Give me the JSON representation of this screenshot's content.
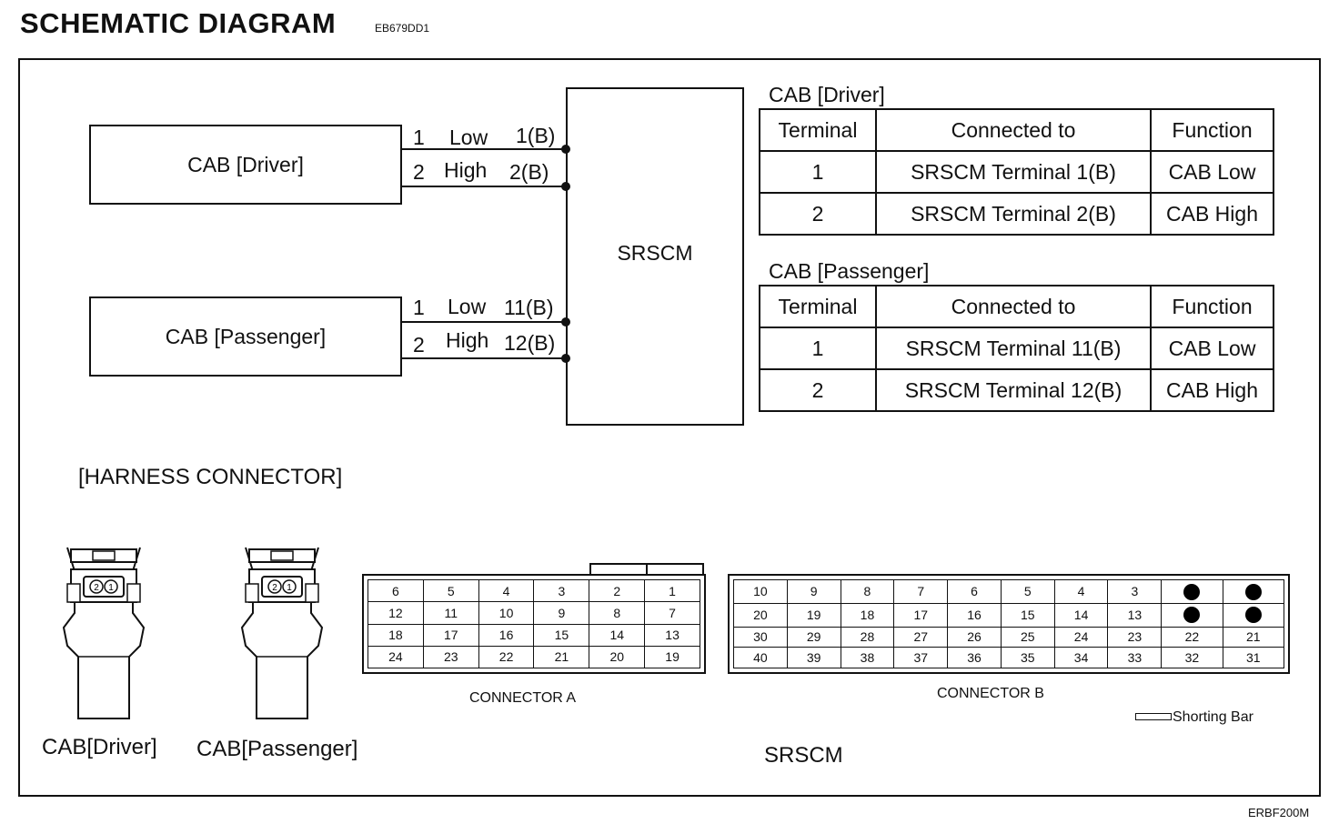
{
  "header": {
    "title": "SCHEMATIC DIAGRAM",
    "code": "EB679DD1"
  },
  "schematic": {
    "driver_box": "CAB [Driver]",
    "passenger_box": "CAB [Passenger]",
    "srscm_box": "SRSCM",
    "driver_wires": [
      {
        "pin": "1",
        "name": "Low",
        "term": "1(B)"
      },
      {
        "pin": "2",
        "name": "High",
        "term": "2(B)"
      }
    ],
    "passenger_wires": [
      {
        "pin": "1",
        "name": "Low",
        "term": "11(B)"
      },
      {
        "pin": "2",
        "name": "High",
        "term": "12(B)"
      }
    ]
  },
  "tables": [
    {
      "title": "CAB [Driver]",
      "headers": [
        "Terminal",
        "Connected to",
        "Function"
      ],
      "rows": [
        [
          "1",
          "SRSCM Terminal 1(B)",
          "CAB Low"
        ],
        [
          "2",
          "SRSCM Terminal 2(B)",
          "CAB High"
        ]
      ]
    },
    {
      "title": "CAB [Passenger]",
      "headers": [
        "Terminal",
        "Connected to",
        "Function"
      ],
      "rows": [
        [
          "1",
          "SRSCM Terminal 11(B)",
          "CAB Low"
        ],
        [
          "2",
          "SRSCM Terminal 12(B)",
          "CAB High"
        ]
      ]
    }
  ],
  "harness": {
    "title": "[HARNESS CONNECTOR]",
    "driver_caption": "CAB[Driver]",
    "passenger_caption": "CAB[Passenger]",
    "pin_labels": [
      "2",
      "1"
    ],
    "connector_a": {
      "caption": "CONNECTOR A",
      "rows": [
        [
          "6",
          "5",
          "4",
          "3",
          "2",
          "1"
        ],
        [
          "12",
          "11",
          "10",
          "9",
          "8",
          "7"
        ],
        [
          "18",
          "17",
          "16",
          "15",
          "14",
          "13"
        ],
        [
          "24",
          "23",
          "22",
          "21",
          "20",
          "19"
        ]
      ]
    },
    "connector_b": {
      "caption": "CONNECTOR B",
      "rows": [
        [
          "10",
          "9",
          "8",
          "7",
          "6",
          "5",
          "4",
          "3",
          "",
          ""
        ],
        [
          "20",
          "19",
          "18",
          "17",
          "16",
          "15",
          "14",
          "13",
          "",
          ""
        ],
        [
          "30",
          "29",
          "28",
          "27",
          "26",
          "25",
          "24",
          "23",
          "22",
          "21"
        ],
        [
          "40",
          "39",
          "38",
          "37",
          "36",
          "35",
          "34",
          "33",
          "32",
          "31"
        ]
      ]
    },
    "shorting_bar": "Shorting Bar",
    "srscm_caption": "SRSCM"
  },
  "footer": {
    "code": "ERBF200M"
  }
}
